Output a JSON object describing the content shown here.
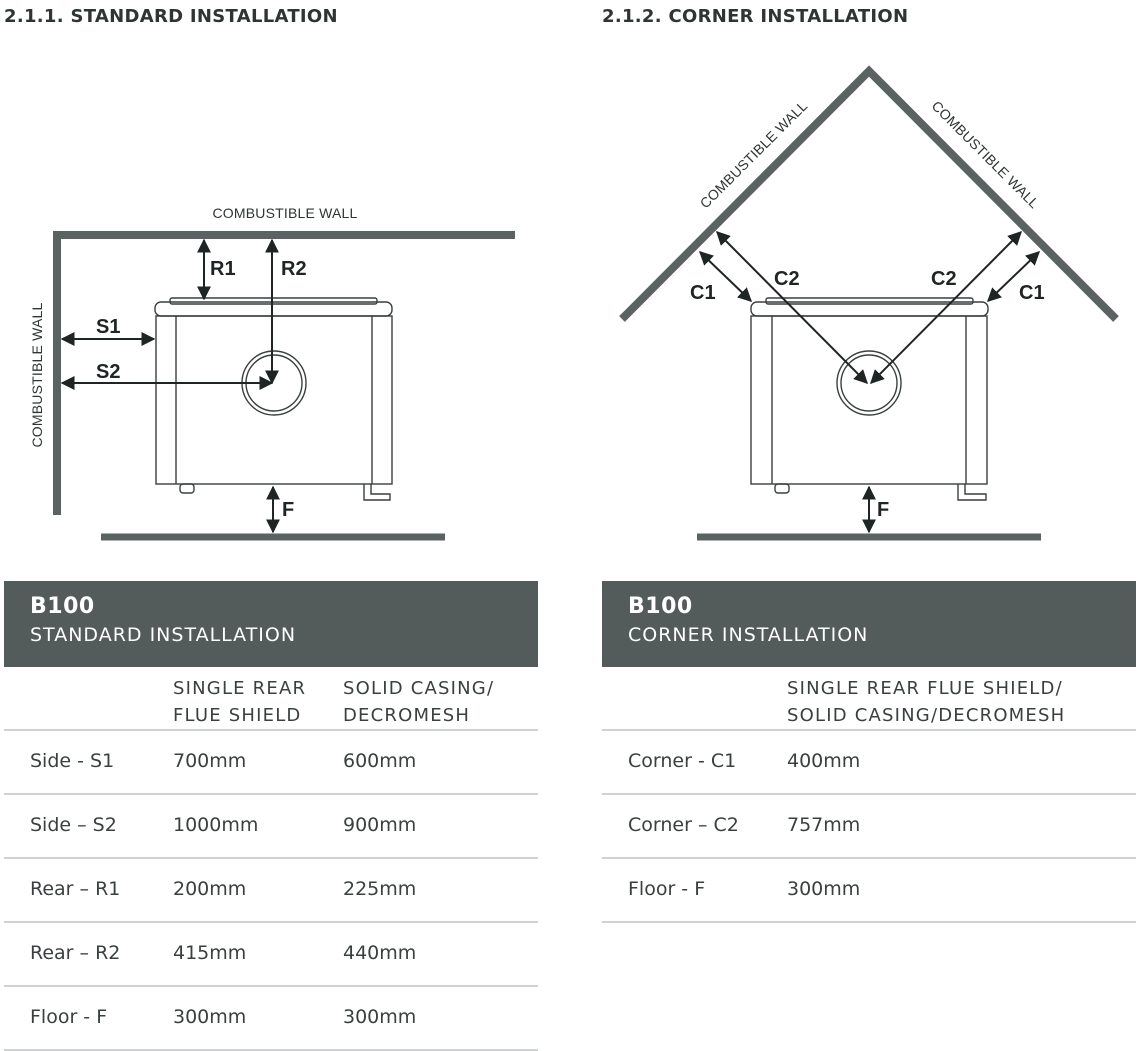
{
  "left": {
    "section_title": "2.1.1.  STANDARD INSTALLATION",
    "diagram": {
      "wall_top_label": "COMBUSTIBLE WALL",
      "wall_side_label": "COMBUSTIBLE WALL",
      "dims": {
        "r1": "R1",
        "r2": "R2",
        "s1": "S1",
        "s2": "S2",
        "f": "F"
      }
    },
    "table": {
      "model": "B100",
      "subtitle": "STANDARD INSTALLATION",
      "columns": [
        "",
        "SINGLE REAR\nFLUE SHIELD",
        "SOLID CASING/\nDECROMESH"
      ],
      "col1_line1": "SINGLE REAR",
      "col1_line2": "FLUE SHIELD",
      "col2_line1": "SOLID CASING/",
      "col2_line2": "DECROMESH",
      "rows": [
        {
          "label": "Side - S1",
          "a": "700mm",
          "b": "600mm"
        },
        {
          "label": "Side – S2",
          "a": "1000mm",
          "b": "900mm"
        },
        {
          "label": "Rear – R1",
          "a": "200mm",
          "b": "225mm"
        },
        {
          "label": "Rear – R2",
          "a": "415mm",
          "b": "440mm"
        },
        {
          "label": "Floor - F",
          "a": "300mm",
          "b": "300mm"
        }
      ]
    }
  },
  "right": {
    "section_title": "2.1.2.  CORNER INSTALLATION",
    "diagram": {
      "wall_left_label": "COMBUSTIBLE WALL",
      "wall_right_label": "COMBUSTIBLE WALL",
      "dims": {
        "c1_left": "C1",
        "c2_left": "C2",
        "c2_right": "C2",
        "c1_right": "C1",
        "f": "F"
      }
    },
    "table": {
      "model": "B100",
      "subtitle": "CORNER INSTALLATION",
      "col1_line1": "SINGLE REAR FLUE SHIELD/",
      "col1_line2": "SOLID CASING/DECROMESH",
      "rows": [
        {
          "label": "Corner - C1",
          "a": "400mm"
        },
        {
          "label": "Corner – C2",
          "a": "757mm"
        },
        {
          "label": "Floor - F",
          "a": "300mm"
        }
      ]
    }
  },
  "colors": {
    "wall": "#5a6262",
    "header_bg": "#535b5b",
    "row_rule": "#cfd2d2",
    "stove_stroke": "#3a3f3f"
  }
}
